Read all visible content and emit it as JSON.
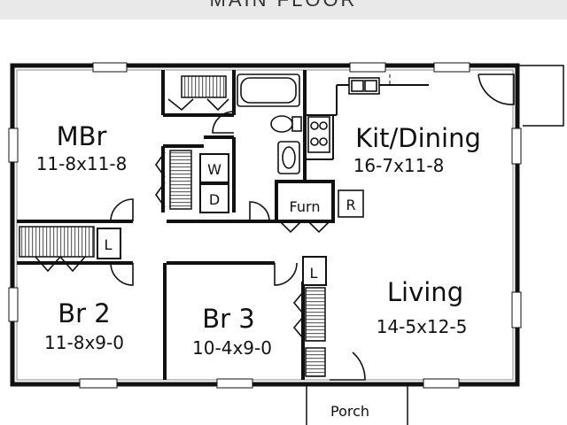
{
  "header": {
    "title": "MAIN FLOOR"
  },
  "rooms": {
    "mbr": {
      "name": "MBr",
      "dims": "11-8x11-8"
    },
    "kit": {
      "name": "Kit/Dining",
      "dims": "16-7x11-8"
    },
    "br2": {
      "name": "Br 2",
      "dims": "11-8x9-0"
    },
    "br3": {
      "name": "Br 3",
      "dims": "10-4x9-0"
    },
    "living": {
      "name": "Living",
      "dims": "14-5x12-5"
    }
  },
  "fixtures": {
    "washer": "W",
    "dryer": "D",
    "furnace": "Furn",
    "refrigerator": "R",
    "linen_1": "L",
    "linen_2": "L",
    "porch": "Porch"
  }
}
